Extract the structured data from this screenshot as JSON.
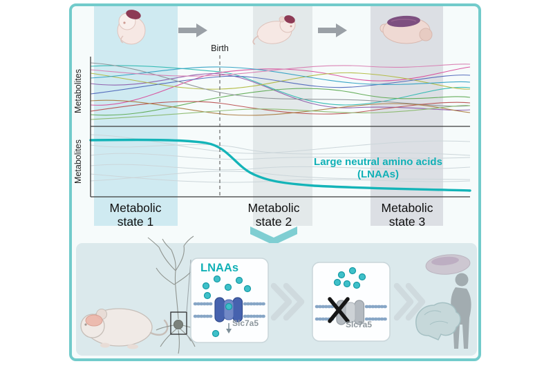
{
  "colors": {
    "frame": "#72cbcb",
    "accent_teal": "#14b4b8",
    "band_state1": "#cfeaf1",
    "band_state2": "#e3e9ea",
    "band_state3": "#dcdfe4",
    "panel_bg": "#dbe9ec"
  },
  "charts": {
    "top_y_axis_label": "Metabolites",
    "bottom_y_axis_label": "Metabolites",
    "birth_marker_label": "Birth",
    "lnaa_annotation": {
      "line1": "Large neutral amino acids",
      "line2": "(LNAAs)"
    }
  },
  "x_axis_states": [
    {
      "line1": "Metabolic",
      "line2": "state 1"
    },
    {
      "line1": "Metabolic",
      "line2": "state 2"
    },
    {
      "line1": "Metabolic",
      "line2": "state 3"
    }
  ],
  "mechanism_panel": {
    "lnaa_label": "LNAAs",
    "active_transporter_label": "Slc7a5",
    "blocked_transporter_label": "Slc7a5"
  },
  "chart_data": {
    "type": "line",
    "description": "Schematic developmental metabolome: many metabolite trajectories (top panel); LNAA level stays high before birth then drops after birth and stays low (bottom panel).",
    "x": [
      "Metabolic state 1",
      "Birth",
      "Metabolic state 2",
      "Metabolic state 3"
    ],
    "series": [
      {
        "name": "Large neutral amino acids (LNAAs)",
        "values": [
          0.95,
          0.9,
          0.35,
          0.28
        ]
      }
    ],
    "ylabel": "Metabolites"
  }
}
